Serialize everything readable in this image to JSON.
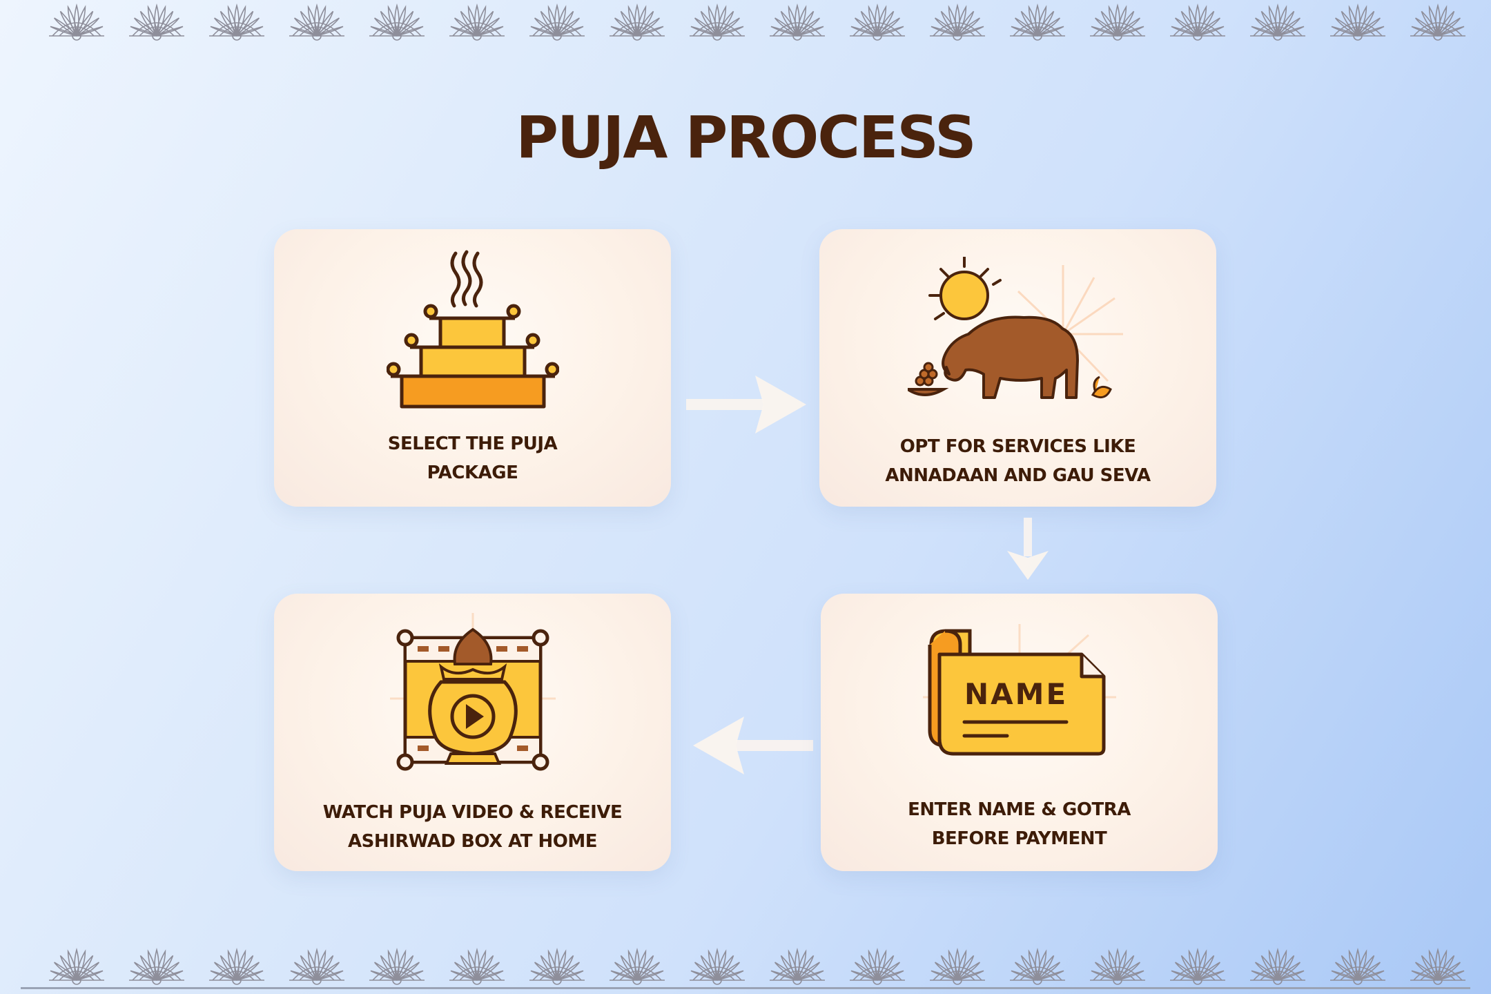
{
  "title": "PUJA PROCESS",
  "steps": [
    {
      "label_line1": "SELECT THE PUJA",
      "label_line2": "PACKAGE",
      "icon": "altar-icon"
    },
    {
      "label_line1": "OPT FOR SERVICES LIKE",
      "label_line2": "ANNADAAN AND GAU SEVA",
      "icon": "cow-sun-icon"
    },
    {
      "label_line1": "WATCH PUJA VIDEO & RECEIVE",
      "label_line2": "ASHIRWAD BOX AT HOME",
      "icon": "kalash-video-icon"
    },
    {
      "label_line1": "ENTER NAME & GOTRA",
      "label_line2": "BEFORE PAYMENT",
      "icon": "name-scroll-icon",
      "scroll_text": "NAME"
    }
  ],
  "colors": {
    "title": "#4a230d",
    "accent_yellow": "#fcc63c",
    "accent_orange": "#f69c21",
    "outline": "#4a230d",
    "cow": "#a35a2a"
  }
}
